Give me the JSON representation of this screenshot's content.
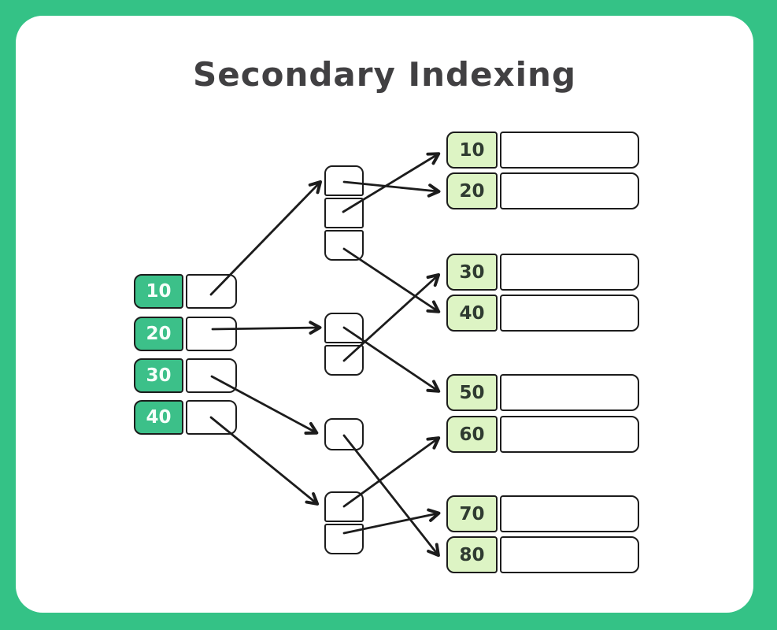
{
  "title": "Secondary Indexing",
  "colors": {
    "frame_green": "#34C286",
    "index_key_green": "#3CC089",
    "record_key_green": "#DDF4C4",
    "outline_and_arrows": "#1C1C1C",
    "title_gray": "#414042",
    "index_key_text": "#F6FFFA",
    "record_key_text": "#2F3B31"
  },
  "index_table": {
    "rows": [
      {
        "key": "10"
      },
      {
        "key": "20"
      },
      {
        "key": "30"
      },
      {
        "key": "40"
      }
    ]
  },
  "blocks": [
    {
      "name": "block-1",
      "cell_count": 3
    },
    {
      "name": "block-2",
      "cell_count": 2
    },
    {
      "name": "block-3",
      "cell_count": 1
    },
    {
      "name": "block-4",
      "cell_count": 2
    }
  ],
  "records": [
    {
      "key": "10",
      "value": ""
    },
    {
      "key": "20",
      "value": ""
    },
    {
      "key": "30",
      "value": ""
    },
    {
      "key": "40",
      "value": ""
    },
    {
      "key": "50",
      "value": ""
    },
    {
      "key": "60",
      "value": ""
    },
    {
      "key": "70",
      "value": ""
    },
    {
      "key": "80",
      "value": ""
    }
  ],
  "links": {
    "index_to_block": [
      {
        "from": "index-10",
        "to": "block-1"
      },
      {
        "from": "index-20",
        "to": "block-2"
      },
      {
        "from": "index-30",
        "to": "block-3"
      },
      {
        "from": "index-40",
        "to": "block-4"
      }
    ],
    "block_to_record": [
      {
        "from": "block-1.cell-1",
        "to": "record-20"
      },
      {
        "from": "block-1.cell-2",
        "to": "record-10"
      },
      {
        "from": "block-1.cell-3",
        "to": "record-40"
      },
      {
        "from": "block-2.cell-1",
        "to": "record-50"
      },
      {
        "from": "block-2.cell-2",
        "to": "record-30"
      },
      {
        "from": "block-3.cell-1",
        "to": "record-80"
      },
      {
        "from": "block-4.cell-1",
        "to": "record-60"
      },
      {
        "from": "block-4.cell-2",
        "to": "record-70"
      }
    ]
  }
}
